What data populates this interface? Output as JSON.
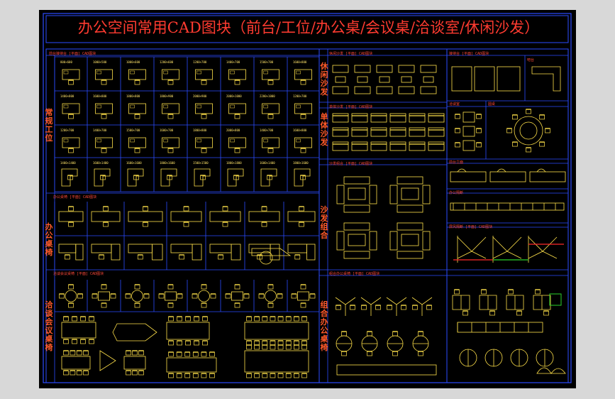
{
  "title": "办公空间常用CAD图块（前台/工位/办公桌/会议桌/洽谈室/休闲沙发）",
  "sections": {
    "front_desk": "前台接待台 [平面] CAD图块",
    "office_desk": "办公桌椅 [平面] CAD图块",
    "meeting_table": "洽谈会议桌椅 [平面] CAD图块",
    "sofa_set": "休闲沙发 [平面] CAD图块",
    "single_sofa": "单体沙发 [平面] CAD图块",
    "sofa_combo": "沙发组合 [平面] CAD图块",
    "combo_office": "组合办公桌椅 [平面] CAD图块",
    "reception": "接待台 [平面] CAD图块",
    "counter": "吧台",
    "meeting_room": "洽谈室",
    "round_table": "圆桌",
    "desk_elev": "前台立面",
    "partition": "办公隔断",
    "screen": "屏风隔断 [平面] CAD图块"
  },
  "labels": {
    "workstation": "常规工位",
    "office_desk": "办公桌椅",
    "meeting": "洽谈会议桌椅",
    "leisure_sofa": "休闲沙发",
    "single_sofa": "单体沙发",
    "sofa_combo": "沙发组合",
    "combo_office": "组合办公桌椅"
  },
  "desk_sizes": [
    [
      "800×600",
      "1000×500",
      "1000×600",
      "1200×600",
      "1200×700",
      "1400×700",
      "1500×700",
      "1600×800"
    ],
    [
      "1400×800",
      "1600×800",
      "1800×800",
      "1800×900",
      "2000×900",
      "2000×1000",
      "2200×1000",
      "1200×700"
    ],
    [
      "1200×700",
      "1400×700",
      "1500×700",
      "1600×700",
      "1800×800",
      "2000×800",
      "1400×700",
      "1600×800"
    ],
    [
      "1400×1400",
      "1600×1400",
      "1600×1600",
      "1800×1600",
      "1500×1500",
      "1800×1800",
      "1600×1400",
      "1800×1600"
    ]
  ],
  "colors": {
    "sheet": "#000000",
    "frame": "#2b4bff",
    "title": "#ff3b30",
    "line": "#ffe14a",
    "accent_green": "#2bd32b",
    "accent_red": "#ff2b2b"
  }
}
